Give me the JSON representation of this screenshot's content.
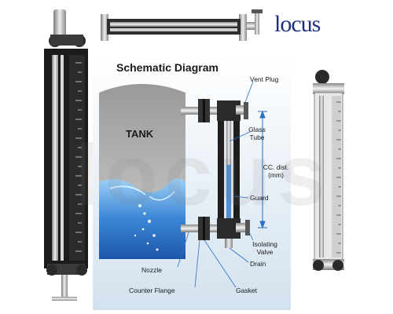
{
  "brand": {
    "logo_text": "locus",
    "color_primary": "#1f2f80",
    "color_accent": "#d63a2a"
  },
  "diagram": {
    "title": "Schematic Diagram",
    "tank_label": "TANK",
    "labels": {
      "vent_plug": "Vent Plug",
      "glass_tube_1": "Glass",
      "glass_tube_2": "Tube",
      "cc_dist_1": "CC. dist.",
      "cc_dist_2": "(mm)",
      "guard": "Guard",
      "isolating_valve_1": "Isolating",
      "isolating_valve_2": "Valve",
      "drain": "Drain",
      "nozzle": "Nozzle",
      "counter_flange": "Counter Flange",
      "gasket": "Gasket"
    },
    "colors": {
      "tank_top": "#b8b8b8",
      "water": "#3b86d6",
      "background": "#dde8f2"
    }
  }
}
